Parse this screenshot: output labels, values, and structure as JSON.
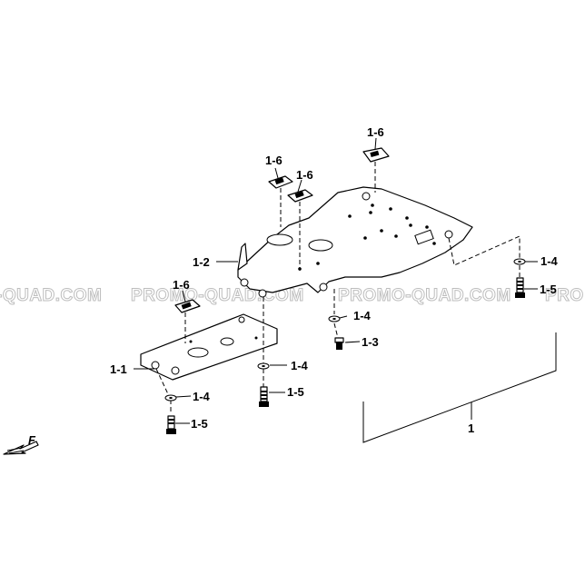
{
  "watermark": {
    "text_1": "-QUAD.COM",
    "text_2": "PROMO-QUAD.COM",
    "text_3": "PROMO-QUAD.COM",
    "text_4": "PRO"
  },
  "callouts": {
    "c1": "1",
    "c1_1": "1-1",
    "c1_2": "1-2",
    "c1_3": "1-3",
    "c1_4a": "1-4",
    "c1_4b": "1-4",
    "c1_4c": "1-4",
    "c1_4d": "1-4",
    "c1_5a": "1-5",
    "c1_5b": "1-5",
    "c1_5c": "1-5",
    "c1_6a": "1-6",
    "c1_6b": "1-6",
    "c1_6c": "1-6",
    "c1_6d": "1-6"
  },
  "direction_marker": {
    "letter": "F"
  }
}
